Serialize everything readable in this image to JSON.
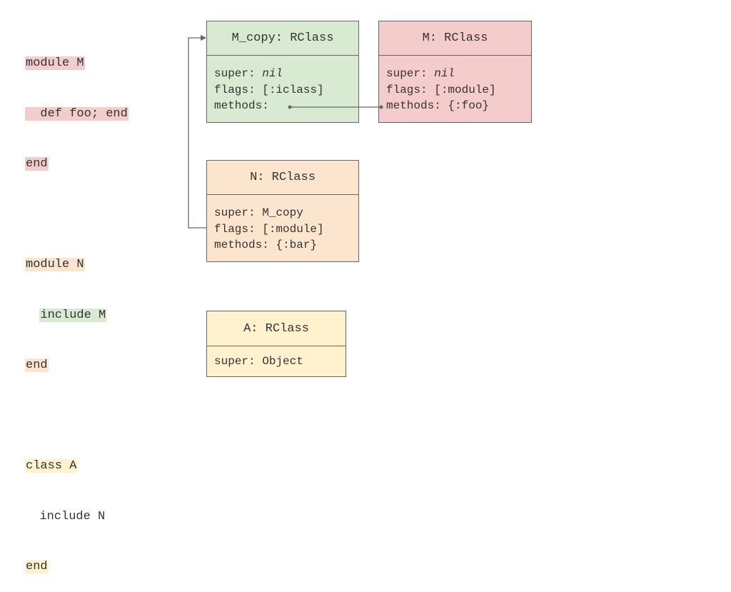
{
  "code": {
    "module_m": [
      "module M",
      "  def foo; end",
      "end"
    ],
    "module_n_open": "module N",
    "module_n_include": "include M",
    "module_n_end": "end",
    "class_a_open": "class A",
    "class_a_include": "  include N",
    "class_a_end": "end"
  },
  "boxes": {
    "mcopy": {
      "title": "M_copy: RClass",
      "super_label": "super: ",
      "super_value": "nil",
      "flags": "flags: [:iclass]",
      "methods": "methods:"
    },
    "m": {
      "title": "M: RClass",
      "super_label": "super: ",
      "super_value": "nil",
      "flags": "flags: [:module]",
      "methods": "methods: {:foo}"
    },
    "n": {
      "title": "N: RClass",
      "super": "super: M_copy",
      "flags": "flags: [:module]",
      "methods": "methods: {:bar}"
    },
    "a": {
      "title": "A: RClass",
      "super": "super: Object"
    }
  },
  "colors": {
    "module_m": "#f4cccc",
    "module_n": "#fce5cd",
    "include_m": "#d9ead3",
    "class_a": "#fff2cc",
    "border": "#666666"
  }
}
